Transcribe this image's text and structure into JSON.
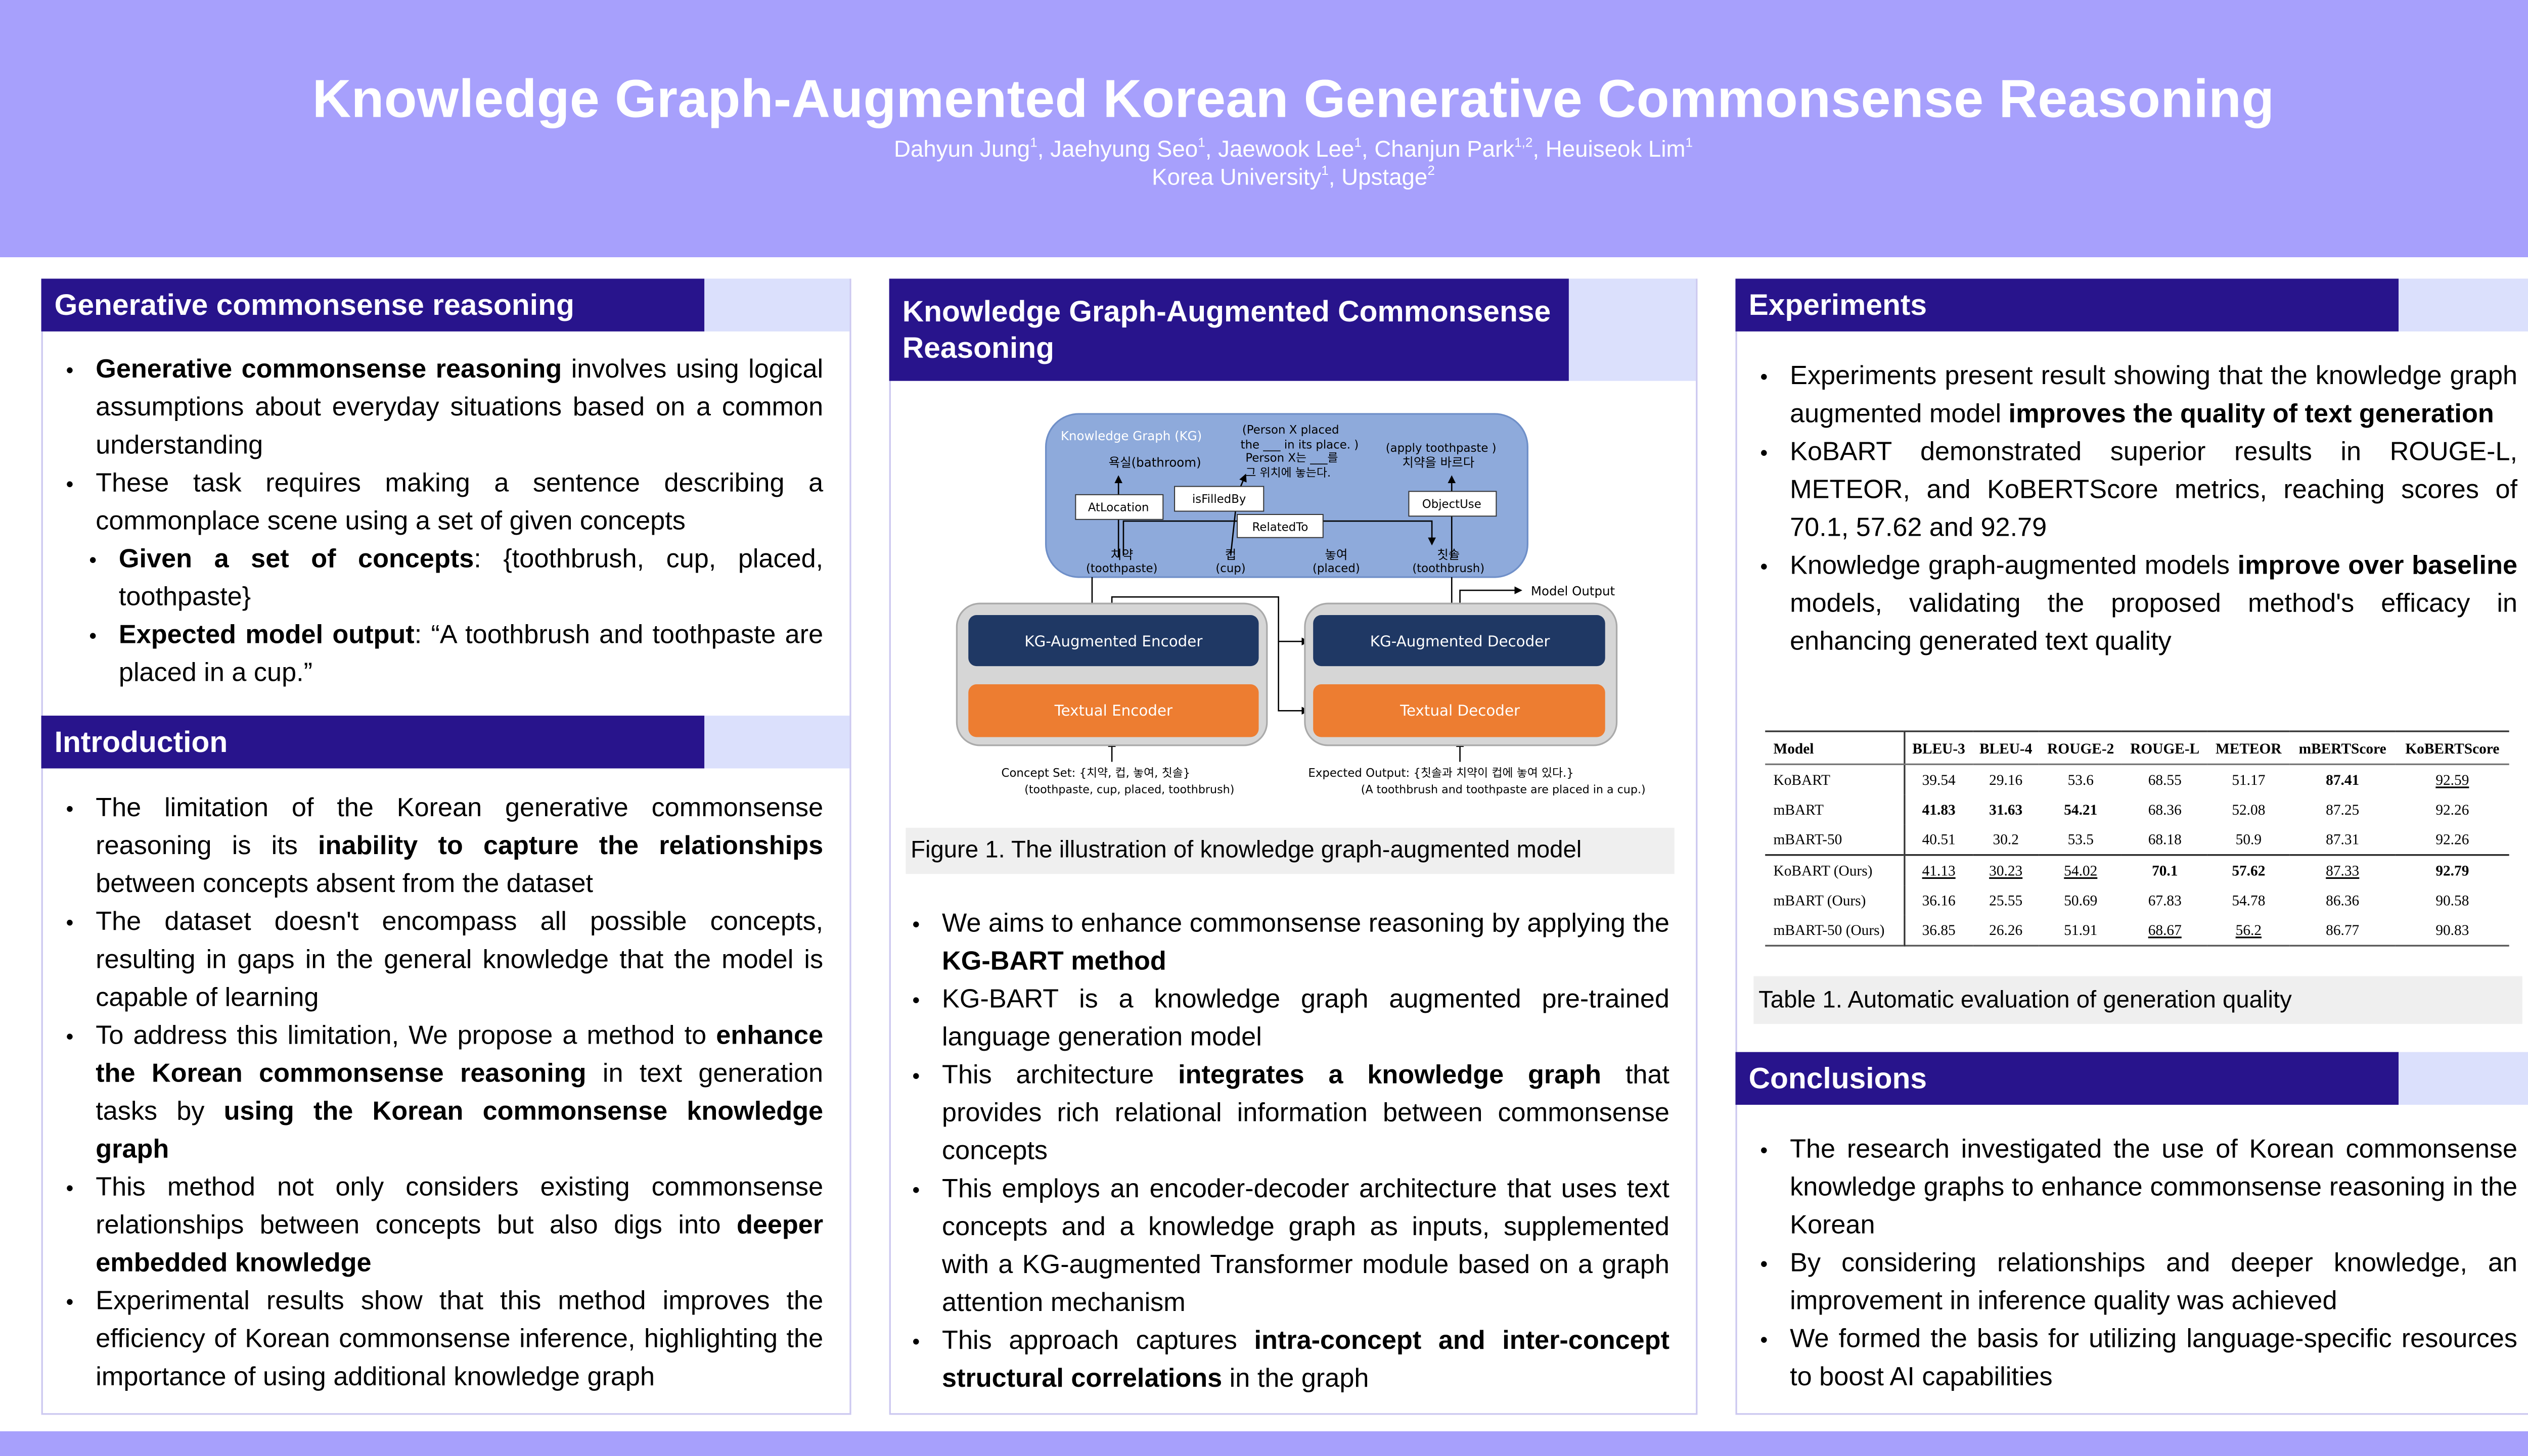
{
  "header": {
    "title": "Knowledge Graph-Augmented Korean Generative Commonsense Reasoning",
    "authors": [
      {
        "name": "Dahyun Jung",
        "sup": "1"
      },
      {
        "name": "Jaehyung Seo",
        "sup": "1"
      },
      {
        "name": "Jaewook Lee",
        "sup": "1"
      },
      {
        "name": "Chanjun Park",
        "sup": "1,2"
      },
      {
        "name": "Heuiseok Lim",
        "sup": "1"
      }
    ],
    "affiliations": [
      {
        "name": "Korea University",
        "sup": "1"
      },
      {
        "name": "Upstage",
        "sup": "2"
      }
    ]
  },
  "colors": {
    "banner": "#a7a0fc",
    "section_header": "#28148c",
    "section_accent": "#dbe0fc",
    "encoder": "#1f3864",
    "textual": "#ed7d31",
    "kg_box": "#8eaadb"
  },
  "sections": {
    "generative": {
      "title": "Generative commonsense reasoning",
      "bullets": [
        {
          "segs": [
            {
              "t": "Generative commonsense reasoning",
              "b": true
            },
            {
              "t": " involves using logical assumptions about everyday situations based on a common understanding"
            }
          ]
        },
        {
          "segs": [
            {
              "t": "These task requires making a sentence describing a commonplace scene using a set of given concepts"
            }
          ]
        },
        {
          "sub": true,
          "segs": [
            {
              "t": "Given a set of concepts",
              "b": true
            },
            {
              "t": ": {toothbrush, cup, placed, toothpaste}"
            }
          ]
        },
        {
          "sub": true,
          "segs": [
            {
              "t": "Expected model output",
              "b": true
            },
            {
              "t": ": “A toothbrush and toothpaste are placed in a cup.”"
            }
          ]
        }
      ]
    },
    "introduction": {
      "title": "Introduction",
      "bullets": [
        {
          "segs": [
            {
              "t": "The limitation of the Korean generative commonsense reasoning is its "
            },
            {
              "t": "inability to capture the relationships",
              "b": true
            },
            {
              "t": " between concepts absent from the dataset"
            }
          ]
        },
        {
          "segs": [
            {
              "t": "The dataset doesn't encompass all possible concepts, resulting in gaps in the general knowledge that the model is capable of learning"
            }
          ]
        },
        {
          "segs": [
            {
              "t": "To address this limitation, We propose a method to "
            },
            {
              "t": "enhance the Korean commonsense reasoning",
              "b": true
            },
            {
              "t": " in text generation tasks by "
            },
            {
              "t": "using the Korean commonsense knowledge graph",
              "b": true
            }
          ]
        },
        {
          "segs": [
            {
              "t": "This method not only considers existing commonsense relationships between concepts but also digs into "
            },
            {
              "t": "deeper embedded knowledge",
              "b": true
            }
          ]
        },
        {
          "segs": [
            {
              "t": "Experimental results show that this method improves the efficiency of Korean commonsense inference, highlighting the importance of using additional knowledge graph"
            }
          ]
        }
      ]
    },
    "kg": {
      "title": "Knowledge Graph-Augmented Commonsense Reasoning",
      "figure_caption": "Figure 1. The illustration of knowledge graph-augmented model",
      "bullets": [
        {
          "segs": [
            {
              "t": "We aims to enhance commonsense reasoning by applying the "
            },
            {
              "t": "KG-BART method",
              "b": true
            }
          ]
        },
        {
          "segs": [
            {
              "t": "KG-BART is a knowledge graph augmented pre-trained language generation model"
            }
          ]
        },
        {
          "segs": [
            {
              "t": "This architecture "
            },
            {
              "t": "integrates a knowledge graph",
              "b": true
            },
            {
              "t": " that provides rich relational information between commonsense concepts"
            }
          ]
        },
        {
          "segs": [
            {
              "t": "This employs an encoder-decoder architecture that uses text concepts and a knowledge graph as inputs, supplemented with a KG-augmented Transformer module based on a graph attention mechanism"
            }
          ]
        },
        {
          "segs": [
            {
              "t": "This approach captures "
            },
            {
              "t": "intra-concept and inter-concept structural correlations",
              "b": true
            },
            {
              "t": " in the graph"
            }
          ]
        }
      ]
    },
    "experiments": {
      "title": "Experiments",
      "table_caption": "Table 1. Automatic evaluation of generation quality",
      "bullets": [
        {
          "segs": [
            {
              "t": "Experiments present result showing that the knowledge graph augmented model "
            },
            {
              "t": "improves the quality of text generation",
              "b": true
            }
          ]
        },
        {
          "segs": [
            {
              "t": "KoBART demonstrated superior results in ROUGE-L, METEOR, and KoBERTScore metrics, reaching scores of 70.1, 57.62 and 92.79"
            }
          ]
        },
        {
          "segs": [
            {
              "t": "Knowledge graph-augmented models "
            },
            {
              "t": "improve over baseline",
              "b": true
            },
            {
              "t": " models, validating the proposed method's efficacy in enhancing generated text quality"
            }
          ]
        }
      ]
    },
    "conclusions": {
      "title": "Conclusions",
      "bullets": [
        {
          "segs": [
            {
              "t": "The research investigated the use of Korean commonsense knowledge graphs to enhance commonsense reasoning in the Korean"
            }
          ]
        },
        {
          "segs": [
            {
              "t": "By considering relationships and deeper knowledge, an improvement in inference quality was achieved"
            }
          ]
        },
        {
          "segs": [
            {
              "t": "We formed the basis for utilizing language-specific resources to boost AI capabilities"
            }
          ]
        }
      ]
    }
  },
  "figure": {
    "kg_label": "Knowledge Graph (KG)",
    "bathroom": "욕실(bathroom)",
    "person_x_1": "(Person X placed",
    "person_x_2": "the ___ in its place. )",
    "person_x_3": "Person X는 ___를",
    "person_x_4": "그 위치에 놓는다.",
    "apply_1": "(apply toothpaste )",
    "apply_2": "치약을 바르다",
    "rel_atlocation": "AtLocation",
    "rel_isfilledby": "isFilledBy",
    "rel_relatedto": "RelatedTo",
    "rel_objectuse": "ObjectUse",
    "c1_ko": "치약",
    "c1_en": "(toothpaste)",
    "c2_ko": "컵",
    "c2_en": "(cup)",
    "c3_ko": "놓여",
    "c3_en": "(placed)",
    "c4_ko": "칫솔",
    "c4_en": "(toothbrush)",
    "model_output": "Model Output",
    "kg_encoder": "KG-Augmented Encoder",
    "kg_decoder": "KG-Augmented Decoder",
    "text_encoder": "Textual Encoder",
    "text_decoder": "Textual Decoder",
    "concept_set_1": "Concept Set: {치약, 컵, 놓여, 칫솔}",
    "concept_set_2": "(toothpaste, cup, placed, toothbrush)",
    "expected_1": "Expected Output: {칫솔과 치약이 컵에 놓여 있다.}",
    "expected_2": "(A toothbrush and toothpaste are placed in a cup.)"
  },
  "table": {
    "columns": [
      "Model",
      "BLEU-3",
      "BLEU-4",
      "ROUGE-2",
      "ROUGE-L",
      "METEOR",
      "mBERTScore",
      "KoBERTScore"
    ],
    "rows": [
      {
        "model": "KoBART",
        "values": [
          "39.54",
          "29.16",
          "53.6",
          "68.55",
          "51.17",
          "87.41",
          "92.59"
        ],
        "bold": [
          5
        ],
        "underline": [
          6
        ]
      },
      {
        "model": "mBART",
        "values": [
          "41.83",
          "31.63",
          "54.21",
          "68.36",
          "52.08",
          "87.25",
          "92.26"
        ],
        "bold": [
          0,
          1,
          2
        ],
        "underline": []
      },
      {
        "model": "mBART-50",
        "values": [
          "40.51",
          "30.2",
          "53.5",
          "68.18",
          "50.9",
          "87.31",
          "92.26"
        ],
        "bold": [],
        "underline": []
      },
      {
        "model": "KoBART (Ours)",
        "values": [
          "41.13",
          "30.23",
          "54.02",
          "70.1",
          "57.62",
          "87.33",
          "92.79"
        ],
        "bold": [
          3,
          4,
          6
        ],
        "underline": [
          0,
          1,
          2,
          5
        ],
        "group_start": true
      },
      {
        "model": "mBART (Ours)",
        "values": [
          "36.16",
          "25.55",
          "50.69",
          "67.83",
          "54.78",
          "86.36",
          "90.58"
        ],
        "bold": [],
        "underline": []
      },
      {
        "model": "mBART-50 (Ours)",
        "values": [
          "36.85",
          "26.26",
          "51.91",
          "68.67",
          "56.2",
          "86.77",
          "90.83"
        ],
        "bold": [],
        "underline": [
          3,
          4
        ]
      }
    ]
  }
}
